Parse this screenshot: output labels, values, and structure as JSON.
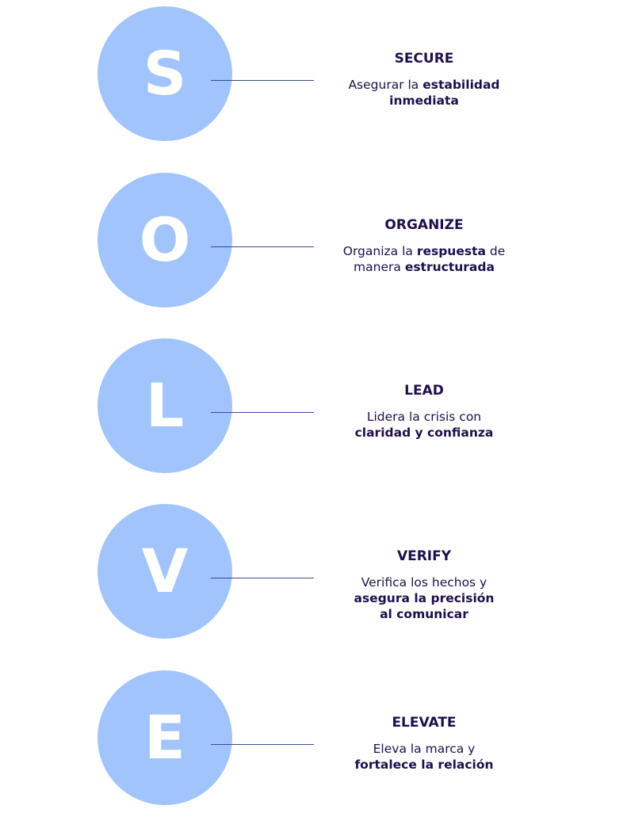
{
  "colors": {
    "circle": "#a0c4fb",
    "text": "#1e0f4a",
    "line": "#3b4c8c"
  },
  "steps": [
    {
      "letter": "S",
      "title": "SECURE",
      "lines": [
        [
          {
            "t": "Asegurar la ",
            "b": false
          },
          {
            "t": "estabilidad",
            "b": true
          }
        ],
        [
          {
            "t": "inmediata",
            "b": true
          }
        ]
      ]
    },
    {
      "letter": "O",
      "title": "ORGANIZE",
      "lines": [
        [
          {
            "t": "Organiza la ",
            "b": false
          },
          {
            "t": "respuesta",
            "b": true
          },
          {
            "t": " de",
            "b": false
          }
        ],
        [
          {
            "t": "manera ",
            "b": false
          },
          {
            "t": "estructurada",
            "b": true
          }
        ]
      ]
    },
    {
      "letter": "L",
      "title": "LEAD",
      "lines": [
        [
          {
            "t": "Lidera la crisis con",
            "b": false
          }
        ],
        [
          {
            "t": "claridad y confianza",
            "b": true
          }
        ]
      ]
    },
    {
      "letter": "V",
      "title": "VERIFY",
      "lines": [
        [
          {
            "t": "Verifica los hechos y",
            "b": false
          }
        ],
        [
          {
            "t": "asegura la precisión",
            "b": true
          }
        ],
        [
          {
            "t": "al comunicar",
            "b": true
          }
        ]
      ]
    },
    {
      "letter": "E",
      "title": "ELEVATE",
      "lines": [
        [
          {
            "t": "Eleva la marca y",
            "b": false
          }
        ],
        [
          {
            "t": "fortalece la relación",
            "b": true
          }
        ]
      ]
    }
  ]
}
